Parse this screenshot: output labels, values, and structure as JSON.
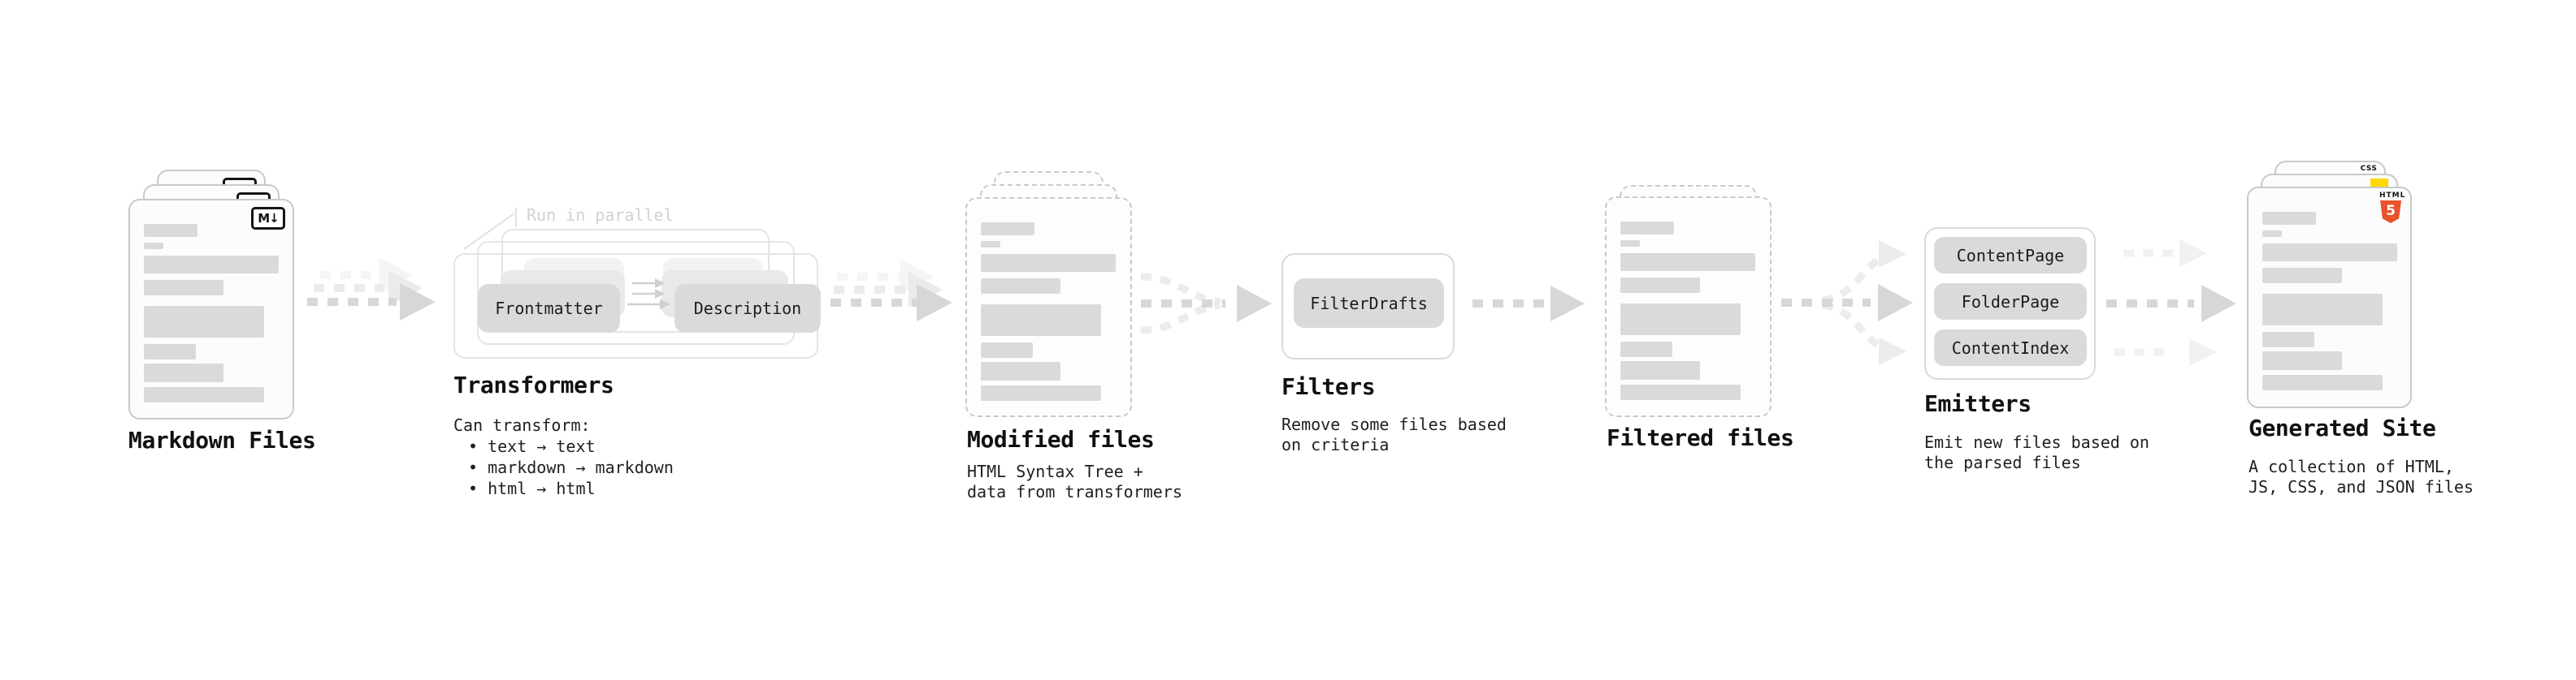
{
  "diagram": {
    "note_run_parallel": "Run in parallel",
    "markdown_files": {
      "label": "Markdown Files",
      "badge": "M↓"
    },
    "transformers": {
      "title": "Transformers",
      "box_left": "Frontmatter",
      "box_right": "Description",
      "body_heading": "Can transform:",
      "bullets": [
        "• text → text",
        "• markdown → markdown",
        "• html → html"
      ]
    },
    "modified_files": {
      "label": "Modified files",
      "desc": [
        "HTML Syntax Tree +",
        "data from transformers"
      ]
    },
    "filters": {
      "title": "Filters",
      "box": "FilterDrafts",
      "desc": [
        "Remove some files based",
        "on criteria"
      ]
    },
    "filtered_files": {
      "label": "Filtered files"
    },
    "emitters": {
      "title": "Emitters",
      "boxes": [
        "ContentPage",
        "FolderPage",
        "ContentIndex"
      ],
      "desc": [
        "Emit new files based on",
        "the parsed files"
      ]
    },
    "generated_site": {
      "label": "Generated Site",
      "desc": [
        "A collection of HTML,",
        "JS, CSS, and JSON files"
      ],
      "badges": {
        "css_label": "CSS",
        "html_label": "HTML",
        "html_number": "5"
      }
    }
  },
  "colors": {
    "html5_orange": "#e8532c",
    "js_yellow": "#ffd900",
    "css_blue": "#2e6bf0",
    "box_gray": "#dadada",
    "arrow_gray": "#d7d7d7",
    "arrow_light": "#ebebeb"
  }
}
